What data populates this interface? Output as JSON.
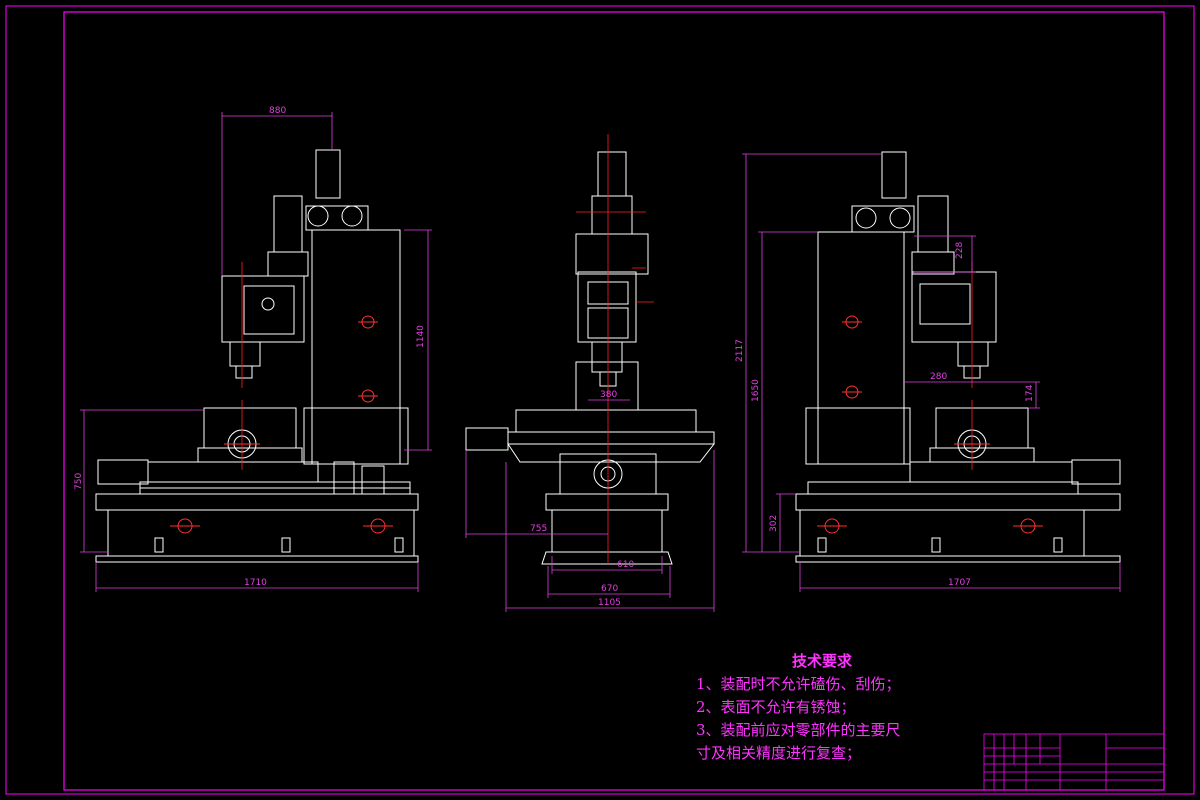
{
  "colors": {
    "background": "#000000",
    "frame": "#ff00ff",
    "lines": "#ffffff",
    "centerline": "#ff2020",
    "dimension": "#e040e0",
    "text": "#ff33ff"
  },
  "dimensions": {
    "front_width_top": "880",
    "front_column_height": "1140",
    "front_base_height": "750",
    "front_base_width": "1710",
    "side_spindle": "380",
    "side_left": "755",
    "side_base_inner": "610",
    "side_base_mid": "670",
    "side_base_total": "1105",
    "right_head": "228",
    "right_reach": "280",
    "right_offset": "174",
    "right_total_height": "2117",
    "right_column_height": "1650",
    "right_base_height": "302",
    "right_base_width": "1707"
  },
  "tech_requirements": {
    "title": "技术要求",
    "items": [
      "1、装配时不允许磕伤、刮伤；",
      "2、表面不允许有锈蚀；",
      "3、装配前应对零部件的主要尺",
      "寸及相关精度进行复查；"
    ]
  }
}
